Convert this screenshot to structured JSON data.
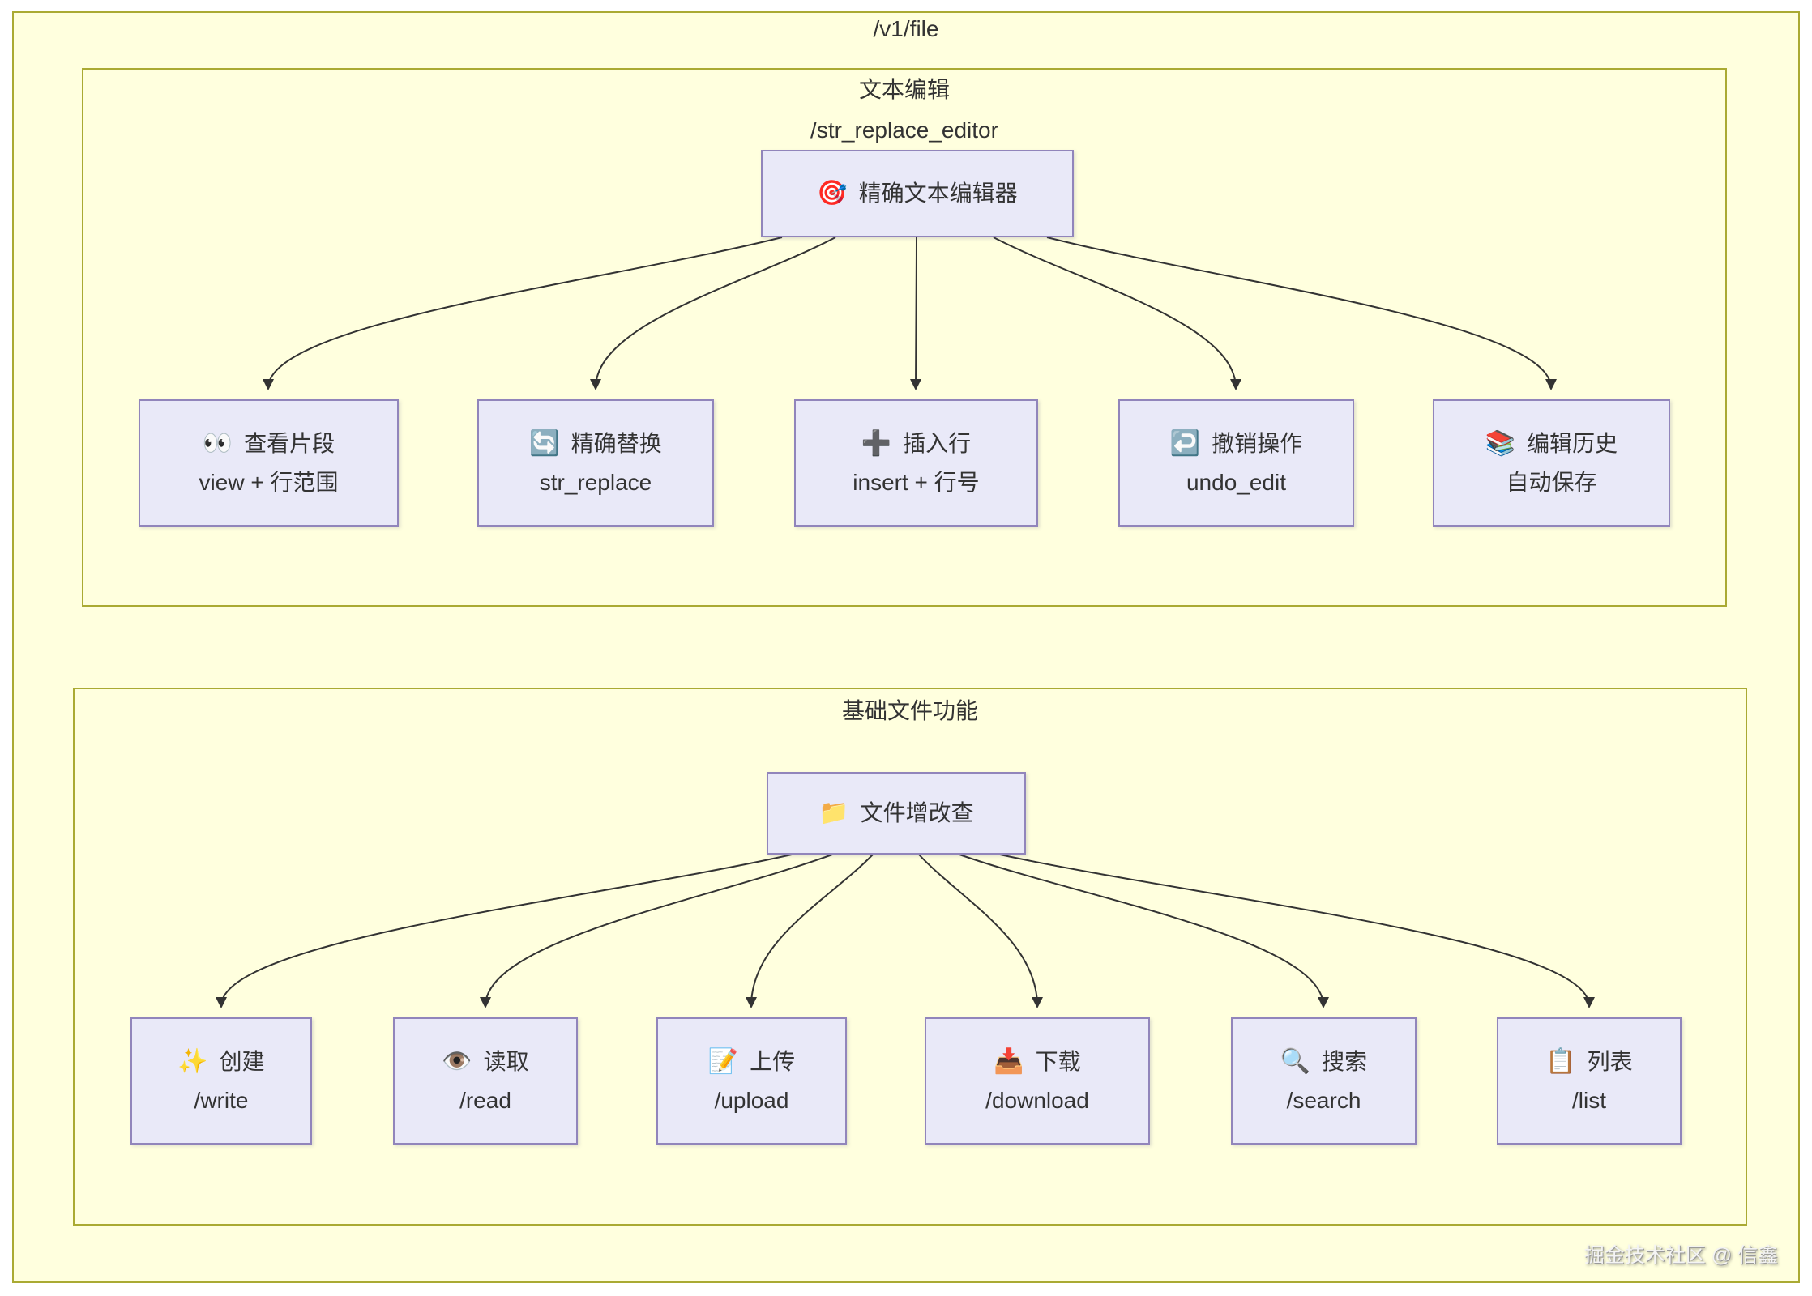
{
  "diagram": {
    "title": "/v1/file",
    "watermark": "掘金技术社区 @ 信鑫",
    "colors": {
      "cluster_fill": "#ffffde",
      "cluster_border": "#aaaa33",
      "node_fill": "#e9e9f8",
      "node_border": "#9185bb",
      "edge": "#333333",
      "text": "#333333"
    },
    "sections": [
      {
        "title": "文本编辑",
        "subtitle": "/str_replace_editor",
        "root": {
          "icon": "🎯",
          "label": "精确文本编辑器"
        },
        "children": [
          {
            "icon": "👀",
            "title": "查看片段",
            "subtitle": "view + 行范围"
          },
          {
            "icon": "🔄",
            "title": "精确替换",
            "subtitle": "str_replace"
          },
          {
            "icon": "➕",
            "title": "插入行",
            "subtitle": "insert + 行号"
          },
          {
            "icon": "↩️",
            "title": "撤销操作",
            "subtitle": "undo_edit"
          },
          {
            "icon": "📚",
            "title": "编辑历史",
            "subtitle": "自动保存"
          }
        ]
      },
      {
        "title": "基础文件功能",
        "root": {
          "icon": "📁",
          "label": "文件增改查"
        },
        "children": [
          {
            "icon": "✨",
            "title": "创建",
            "subtitle": "/write"
          },
          {
            "icon": "👁️",
            "title": "读取",
            "subtitle": "/read"
          },
          {
            "icon": "📝",
            "title": "上传",
            "subtitle": "/upload"
          },
          {
            "icon": "📥",
            "title": "下载",
            "subtitle": "/download"
          },
          {
            "icon": "🔍",
            "title": "搜索",
            "subtitle": "/search"
          },
          {
            "icon": "📋",
            "title": "列表",
            "subtitle": "/list"
          }
        ]
      }
    ]
  }
}
